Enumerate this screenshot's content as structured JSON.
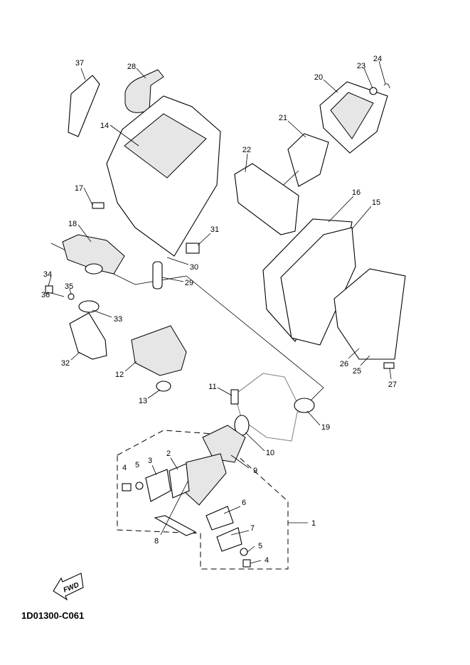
{
  "diagram": {
    "code": "1D01300-C061",
    "fwd_label": "FWD",
    "callouts": {
      "c1": "1",
      "c2": "2",
      "c3": "3",
      "c4a": "4",
      "c4b": "4",
      "c5a": "5",
      "c5b": "5",
      "c6": "6",
      "c7": "7",
      "c8": "8",
      "c9": "9",
      "c10": "10",
      "c11": "11",
      "c12": "12",
      "c13": "13",
      "c14": "14",
      "c15": "15",
      "c16": "16",
      "c17": "17",
      "c18": "18",
      "c19": "19",
      "c20": "20",
      "c21": "21",
      "c22": "22",
      "c23": "23",
      "c24": "24",
      "c25": "25",
      "c26": "26",
      "c27": "27",
      "c28": "28",
      "c29": "29",
      "c30": "30",
      "c31": "31",
      "c32": "32",
      "c33": "33",
      "c34": "34",
      "c35": "35",
      "c36": "36",
      "c37": "37"
    }
  }
}
